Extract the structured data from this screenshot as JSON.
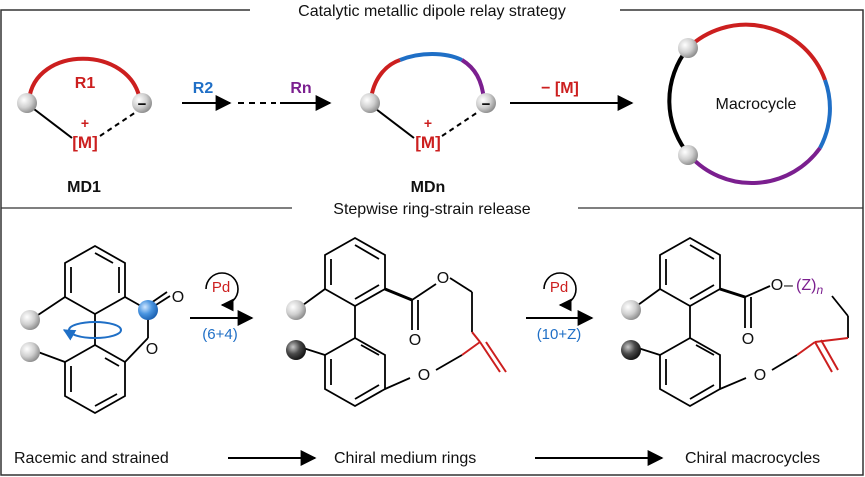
{
  "top_panel": {
    "title": "Catalytic metallic dipole relay strategy",
    "md1": {
      "r_label": "R1",
      "metal": "[M]",
      "plus": "+",
      "minus": "−",
      "caption": "MD1"
    },
    "step": {
      "r2": "R2",
      "rn": "Rn"
    },
    "mdn": {
      "metal": "[M]",
      "plus": "+",
      "minus": "−",
      "caption": "MDn"
    },
    "release": "− [M]",
    "macrocycle": "Macrocycle"
  },
  "bottom_panel": {
    "title": "Stepwise ring-strain release",
    "atoms": {
      "o": "O"
    },
    "step1": {
      "catalyst": "Pd",
      "mode": "(6+4)"
    },
    "step2": {
      "catalyst": "Pd",
      "mode": "(10+Z)"
    },
    "linker": "(Z)",
    "linker_sub": "n",
    "captions": {
      "left": "Racemic and strained",
      "middle": "Chiral medium rings",
      "right": "Chiral macrocycles"
    }
  },
  "colors": {
    "red": "#cc1f1f",
    "blue": "#1f6fc6",
    "purple": "#7b1f8f",
    "black": "#000000"
  }
}
